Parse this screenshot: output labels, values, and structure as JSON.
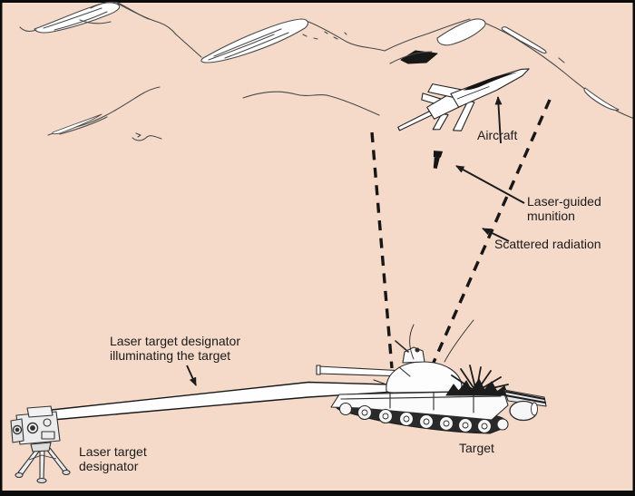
{
  "diagram": {
    "description": "Laser target designation concept diagram",
    "labels": {
      "aircraft": "Aircraft",
      "laser_guided_munition": [
        "Laser-guided",
        "munition"
      ],
      "scattered_radiation": "Scattered radiation",
      "beam_annotation": [
        "Laser target designator",
        "illuminating the target"
      ],
      "designator": [
        "Laser target",
        "designator"
      ],
      "target": "Target"
    },
    "icons": {
      "aircraft": "jet-fighter-illustration",
      "munition": "bomb-icon",
      "tank": "tank-illustration",
      "designator": "tripod-laser-designator-illustration",
      "mountains": "mountain-ridge-line-art",
      "laser_beam": "white-beam-wedge",
      "scattered_radiation_rays": "dashed-lines"
    },
    "palette": {
      "background": "#f5daca",
      "ink": "#1b1b1b",
      "frame": "#0b0b0b",
      "art_fill": "#ffffff"
    }
  }
}
